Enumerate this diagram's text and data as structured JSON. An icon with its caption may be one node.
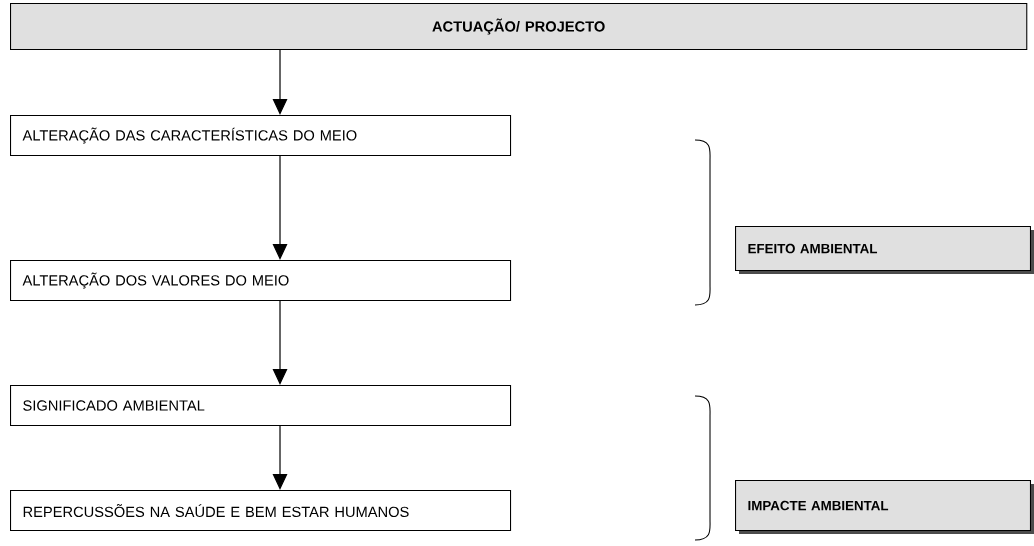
{
  "diagram": {
    "nodes": [
      {
        "text": [
          "ACTUAÇÃO/ PROJECTO"
        ]
      },
      {
        "text": [
          "ALTERAÇÃO DAS CARACTERÍSTICAS DO MEIO"
        ]
      },
      {
        "text": [
          "ALTERAÇÃO DOS VALORES DO MEIO"
        ]
      },
      {
        "text": [
          "SIGNIFICADO AMBIENTAL"
        ]
      },
      {
        "text": [
          "REPERCUSSÕES NA SAÚDE E BEM ESTAR HUMANOS"
        ]
      },
      {
        "text": [
          "EFEITO AMBIENTAL"
        ]
      },
      {
        "text": [
          "IMPACTE AMBIENTAL"
        ]
      }
    ],
    "edges": [
      {
        "from": 0,
        "to": 1,
        "arrow": "to"
      },
      {
        "from": 1,
        "to": 2,
        "arrow": "to"
      },
      {
        "from": 2,
        "to": 3,
        "arrow": "to"
      },
      {
        "from": 3,
        "to": 4,
        "arrow": "to"
      }
    ]
  }
}
